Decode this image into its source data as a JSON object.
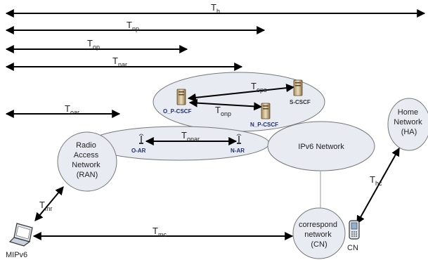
{
  "timing_labels": {
    "th": {
      "main": "T",
      "sub": "h"
    },
    "tnp": {
      "main": "T",
      "sub": "np"
    },
    "top": {
      "main": "T",
      "sub": "op"
    },
    "tnar": {
      "main": "T",
      "sub": "nar"
    },
    "toar": {
      "main": "T",
      "sub": "oar"
    },
    "tops": {
      "main": "T",
      "sub": "ops"
    },
    "tonp": {
      "main": "T",
      "sub": "onp"
    },
    "tonar": {
      "main": "T",
      "sub": "onar"
    },
    "tmr": {
      "main": "T",
      "sub": "mr"
    },
    "tmc": {
      "main": "T",
      "sub": "mc"
    },
    "thc": {
      "main": "T",
      "sub": "hc"
    }
  },
  "nodes": {
    "o_pcscf": "O_P-CSCF",
    "n_pcscf": "N_P-CSCF",
    "s_cscf": "S-CSCF",
    "o_ar": "O-AR",
    "n_ar": "N-AR",
    "mipv6": "MIPv6",
    "cn": "CN"
  },
  "clouds": {
    "ran": [
      "Radio",
      "Access",
      "Network",
      "(RAN)"
    ],
    "ipv6": "IPv6 Network",
    "home": [
      "Home",
      "Network",
      "(HA)"
    ],
    "correspond": [
      "correspond",
      "network",
      "(CN)"
    ]
  },
  "colors": {
    "cloud_fill": "#e8ecf2",
    "outline": "#777777",
    "arrow": "#000000",
    "node_label": "#1f2f6f"
  },
  "icons": [
    "server-icon",
    "antenna-icon",
    "laptop-icon",
    "mobile-phone-icon"
  ]
}
